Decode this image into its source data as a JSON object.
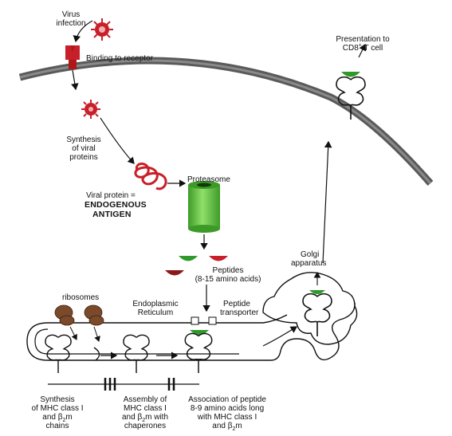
{
  "labels": {
    "virus_infection_1": "Virus",
    "virus_infection_2": "infection",
    "binding": "Binding to receptor",
    "synthesis_1": "Synthesis",
    "synthesis_2": "of viral",
    "synthesis_3": "proteins",
    "viral_protein": "Viral protein =",
    "endogenous": "ENDOGENOUS",
    "antigen": "ANTIGEN",
    "proteasome": "Proteasome",
    "presentation_1": "Presentation to",
    "presentation_2_pre": "CD8",
    "presentation_2_sup": "+",
    "presentation_2_post": " T cell",
    "golgi_1": "Golgi",
    "golgi_2": "apparatus",
    "peptides_1": "Peptides",
    "peptides_2": "(8-15 amino acids)",
    "ribosomes": "ribosomes",
    "er_1": "Endoplasmic",
    "er_2": "Reticulum",
    "transporter_1": "Peptide",
    "transporter_2": "transporter",
    "step1_1": "Synthesis",
    "step1_2": "of MHC class I",
    "step1_3": "and β",
    "step1_3_sub": "2",
    "step1_3_post": "m",
    "step1_4": "chains",
    "step2_1": "Assembly of",
    "step2_2": "MHC class I",
    "step2_3": "and β",
    "step2_3_sub": "2",
    "step2_3_post": "m with",
    "step2_4": "chaperones",
    "step3_1": "Association of peptide",
    "step3_2": "8-9 amino acids long",
    "step3_3": "with MHC class I",
    "step3_4": "and β",
    "step3_4_sub": "2",
    "step3_4_post": "m"
  },
  "colors": {
    "virus": "#c8202a",
    "receptor": "#b01818",
    "membrane": "#5a5a5a",
    "proteasome": "#5cc23a",
    "peptide_green": "#2f9a2a",
    "peptide_red": "#c8202a",
    "ribosome": "#7a4a2a"
  }
}
